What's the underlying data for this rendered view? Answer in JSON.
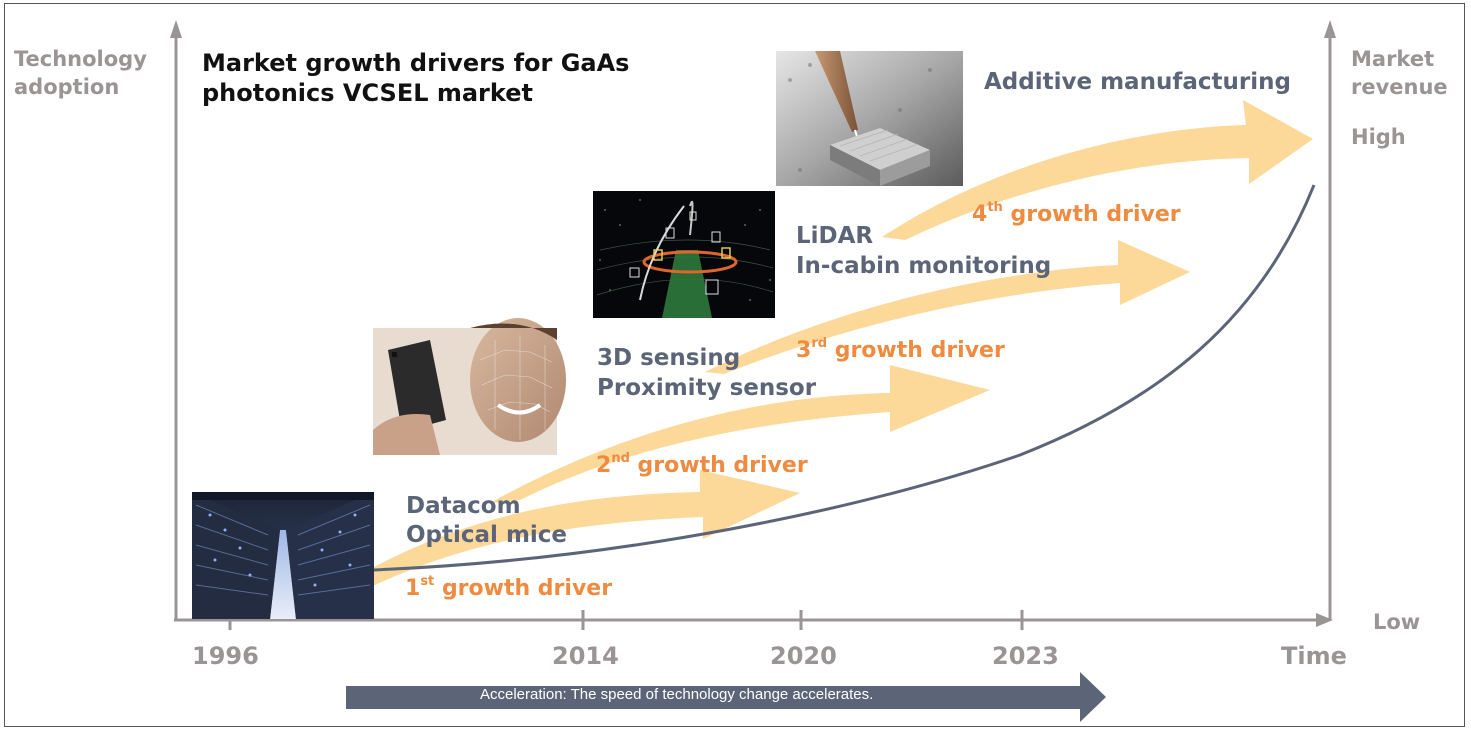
{
  "title_line1": "Market growth drivers for GaAs",
  "title_line2": "photonics VCSEL market",
  "y_axis_left": {
    "line1": "Technology",
    "line2": "adoption"
  },
  "y_axis_right": {
    "line1": "Market",
    "line2": "revenue",
    "high": "High",
    "low": "Low"
  },
  "x_axis": {
    "label": "Time",
    "years": [
      "1996",
      "2014",
      "2020",
      "2023"
    ]
  },
  "applications": {
    "first": {
      "line1": "Datacom",
      "line2": "Optical mice"
    },
    "second": {
      "line1": "3D sensing",
      "line2": "Proximity sensor"
    },
    "third": {
      "line1": "LiDAR",
      "line2": "In-cabin monitoring"
    },
    "fourth": {
      "line1": "Additive manufacturing"
    }
  },
  "drivers": [
    {
      "num": "1",
      "sup": "st",
      "text": "growth driver"
    },
    {
      "num": "2",
      "sup": "nd",
      "text": "growth driver"
    },
    {
      "num": "3",
      "sup": "rd",
      "text": "growth driver"
    },
    {
      "num": "4",
      "sup": "th",
      "text": "growth driver"
    }
  ],
  "acceleration": "Acceleration: The speed of technology change accelerates.",
  "colors": {
    "axis": "#9a9494",
    "driver_arrow": "#fcd899",
    "driver_text": "#ef8b40",
    "app_text": "#5c6478",
    "curve": "#5c6478",
    "accel_arrow": "#5c6478"
  }
}
